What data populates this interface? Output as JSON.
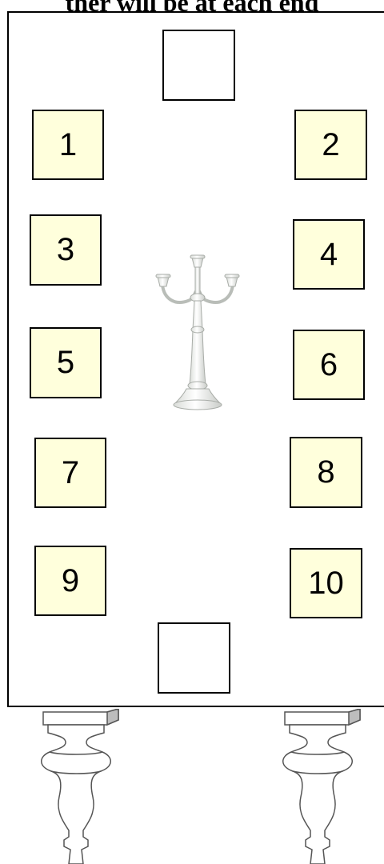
{
  "header": {
    "partial_text": "ther will be at each end"
  },
  "seats": [
    "1",
    "2",
    "3",
    "4",
    "5",
    "6",
    "7",
    "8",
    "9",
    "10"
  ]
}
